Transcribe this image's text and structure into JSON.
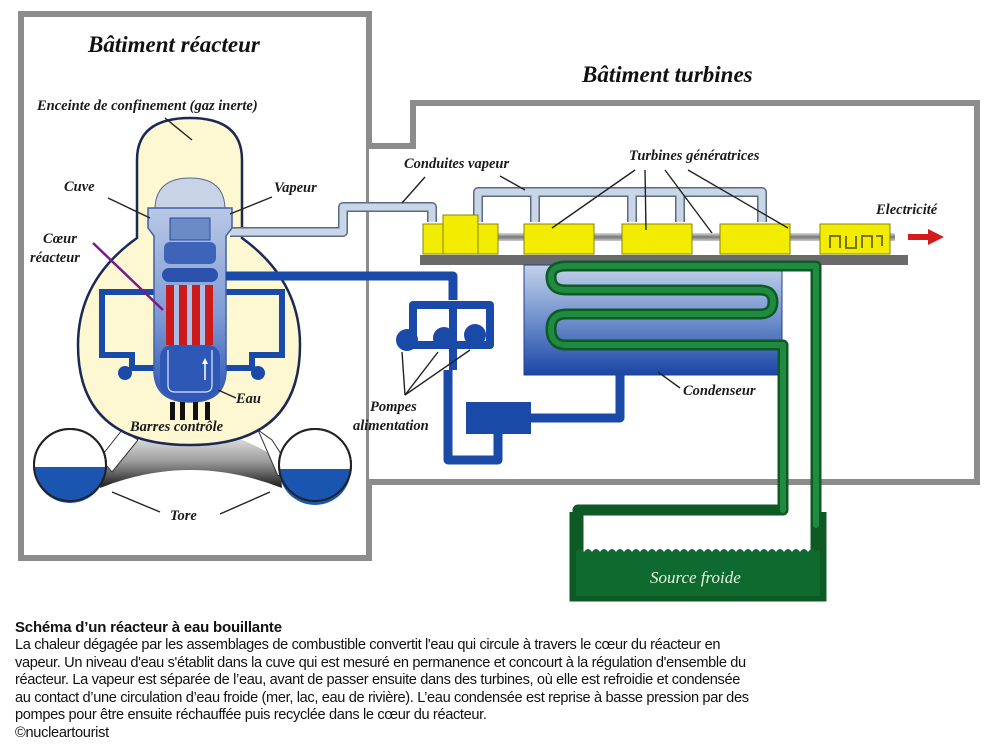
{
  "diagram": {
    "title": "Schéma d'un réacteur à eau bouillante",
    "buildings": {
      "reactor": "Bâtiment réacteur",
      "turbines": "Bâtiment turbines"
    },
    "labels": {
      "containment": "Enceinte de confinement (gaz inerte)",
      "vessel": "Cuve",
      "steam": "Vapeur",
      "core_line1": "Cœur",
      "core_line2": "réacteur",
      "water": "Eau",
      "control_rods": "Barres contrôle",
      "torus": "Tore",
      "steam_lines": "Conduites vapeur",
      "turbine_generators": "Turbines génératrices",
      "electricity": "Electricité",
      "feed_pumps_line1": "Pompes",
      "feed_pumps_line2": "alimentation",
      "condenser": "Condenseur",
      "cold_source": "Source froide"
    },
    "colors": {
      "building_wall": "#8c8c8c",
      "containment_fill": "#fdf8d2",
      "feedwater": "#1a4aa8",
      "steam_pipe": "#c9d6e8",
      "turbine": "#f2ec00",
      "cooling_water": "#0e6a2e",
      "core_rod": "#cc1a1a",
      "electricity_arrow": "#d41a1a",
      "core_pointer": "#7a1a86"
    }
  },
  "caption": {
    "title": "Schéma d’un réacteur à eau bouillante",
    "lines": [
      "La chaleur dégagée par les assemblages de combustible convertit l'eau qui circule à travers le cœur du réacteur en",
      "vapeur. Un niveau d'eau s'établit dans la cuve qui est mesuré en permanence et concourt à la régulation d'ensemble du",
      "réacteur. La vapeur est séparée de l’eau, avant de passer ensuite dans des turbines, où elle est refroidie et condensée",
      "au contact d’une circulation d’eau froide (mer, lac, eau de rivière). L’eau condensée est reprise à basse pression par des",
      "pompes pour être ensuite réchauffée puis recyclée dans le cœur du réacteur."
    ],
    "credit": "©nucleartourist"
  }
}
